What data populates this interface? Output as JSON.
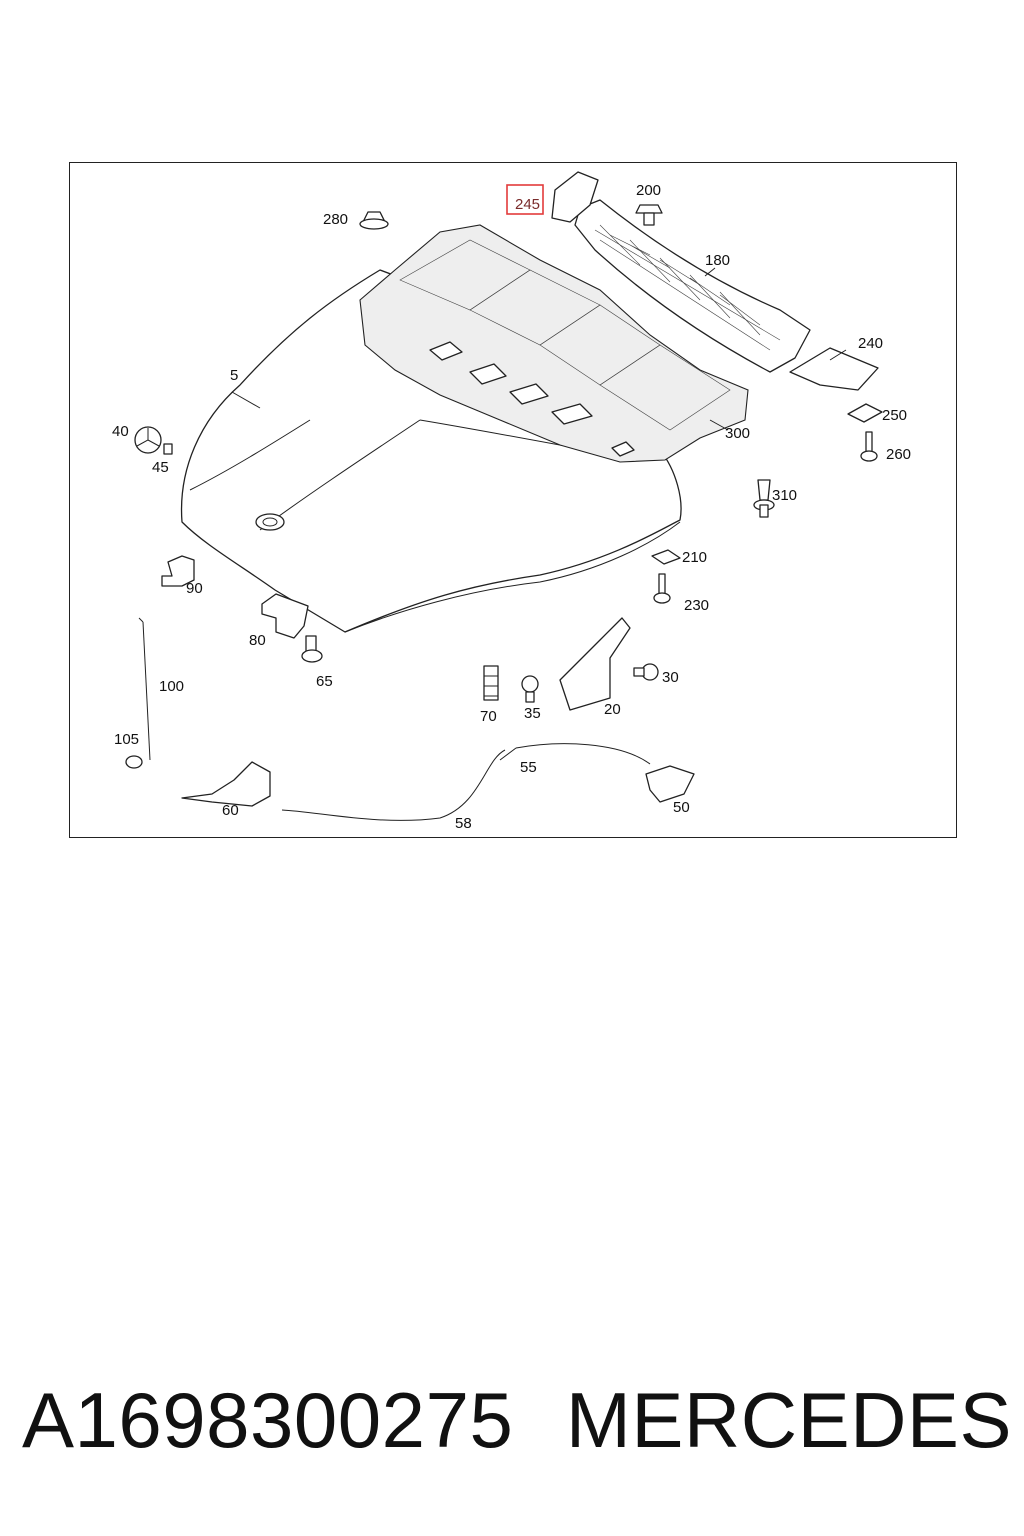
{
  "diagram": {
    "callouts": {
      "p5": "5",
      "p20": "20",
      "p30": "30",
      "p35": "35",
      "p40": "40",
      "p45": "45",
      "p50": "50",
      "p55": "55",
      "p58": "58",
      "p60": "60",
      "p65": "65",
      "p70": "70",
      "p80": "80",
      "p90": "90",
      "p100": "100",
      "p105": "105",
      "p180": "180",
      "p200": "200",
      "p210": "210",
      "p230": "230",
      "p240": "240",
      "p245": "245",
      "p250": "250",
      "p260": "260",
      "p280": "280",
      "p300": "300",
      "p310": "310"
    },
    "highlighted_part": "245",
    "highlight_color": "#e23b3b"
  },
  "caption": {
    "part_number": "A1698300275",
    "brand": "MERCEDES"
  }
}
